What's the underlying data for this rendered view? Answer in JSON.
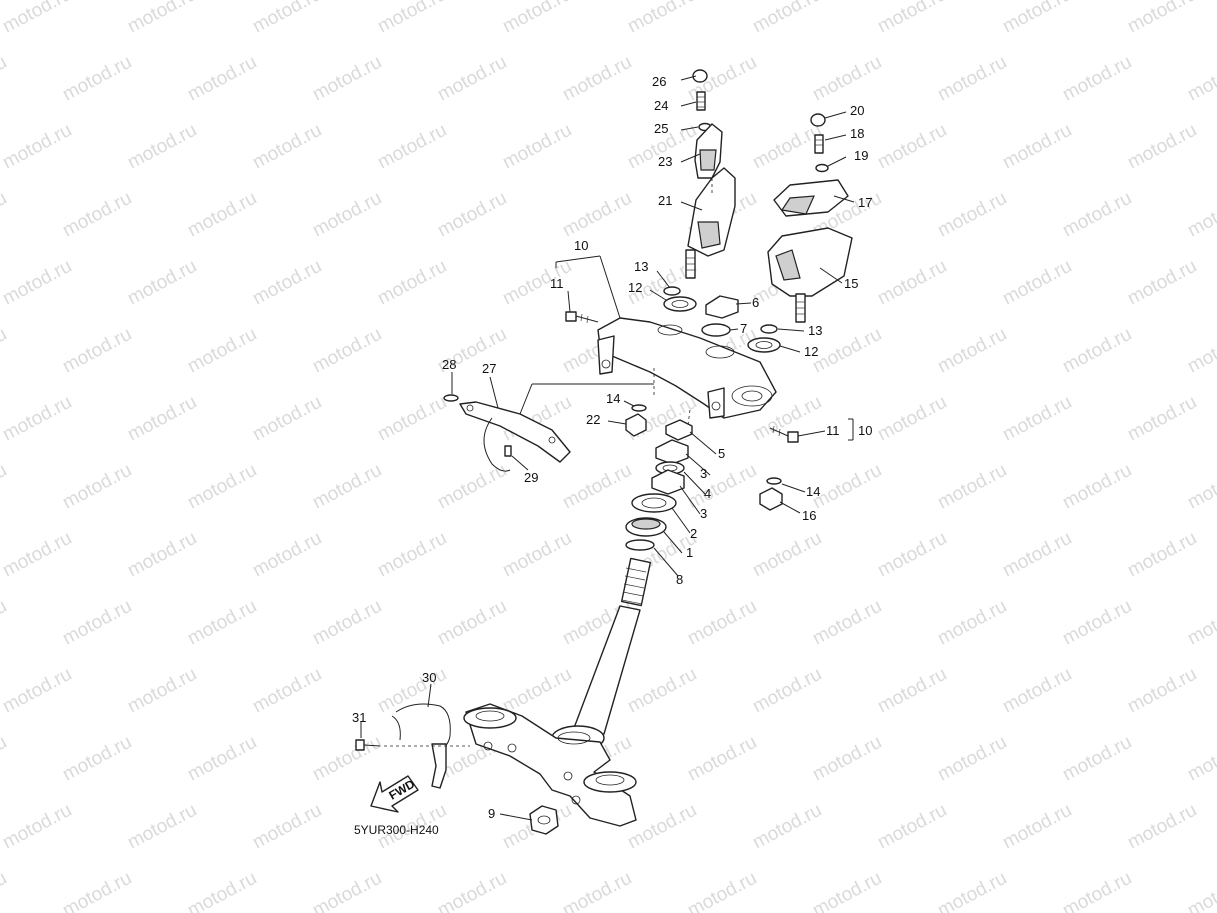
{
  "watermark_text": "motod.ru",
  "diagram_code": "5YUR300-H240",
  "fwd_label": "FWD",
  "callouts": [
    {
      "label": "1"
    },
    {
      "label": "2"
    },
    {
      "label": "3"
    },
    {
      "label": "3"
    },
    {
      "label": "4"
    },
    {
      "label": "5"
    },
    {
      "label": "6"
    },
    {
      "label": "7"
    },
    {
      "label": "8"
    },
    {
      "label": "9"
    },
    {
      "label": "10"
    },
    {
      "label": "10"
    },
    {
      "label": "11"
    },
    {
      "label": "11"
    },
    {
      "label": "12"
    },
    {
      "label": "12"
    },
    {
      "label": "13"
    },
    {
      "label": "13"
    },
    {
      "label": "14"
    },
    {
      "label": "14"
    },
    {
      "label": "15"
    },
    {
      "label": "16"
    },
    {
      "label": "17"
    },
    {
      "label": "18"
    },
    {
      "label": "19"
    },
    {
      "label": "20"
    },
    {
      "label": "21"
    },
    {
      "label": "22"
    },
    {
      "label": "23"
    },
    {
      "label": "24"
    },
    {
      "label": "25"
    },
    {
      "label": "26"
    },
    {
      "label": "27"
    },
    {
      "label": "28"
    },
    {
      "label": "29"
    },
    {
      "label": "30"
    },
    {
      "label": "31"
    }
  ]
}
